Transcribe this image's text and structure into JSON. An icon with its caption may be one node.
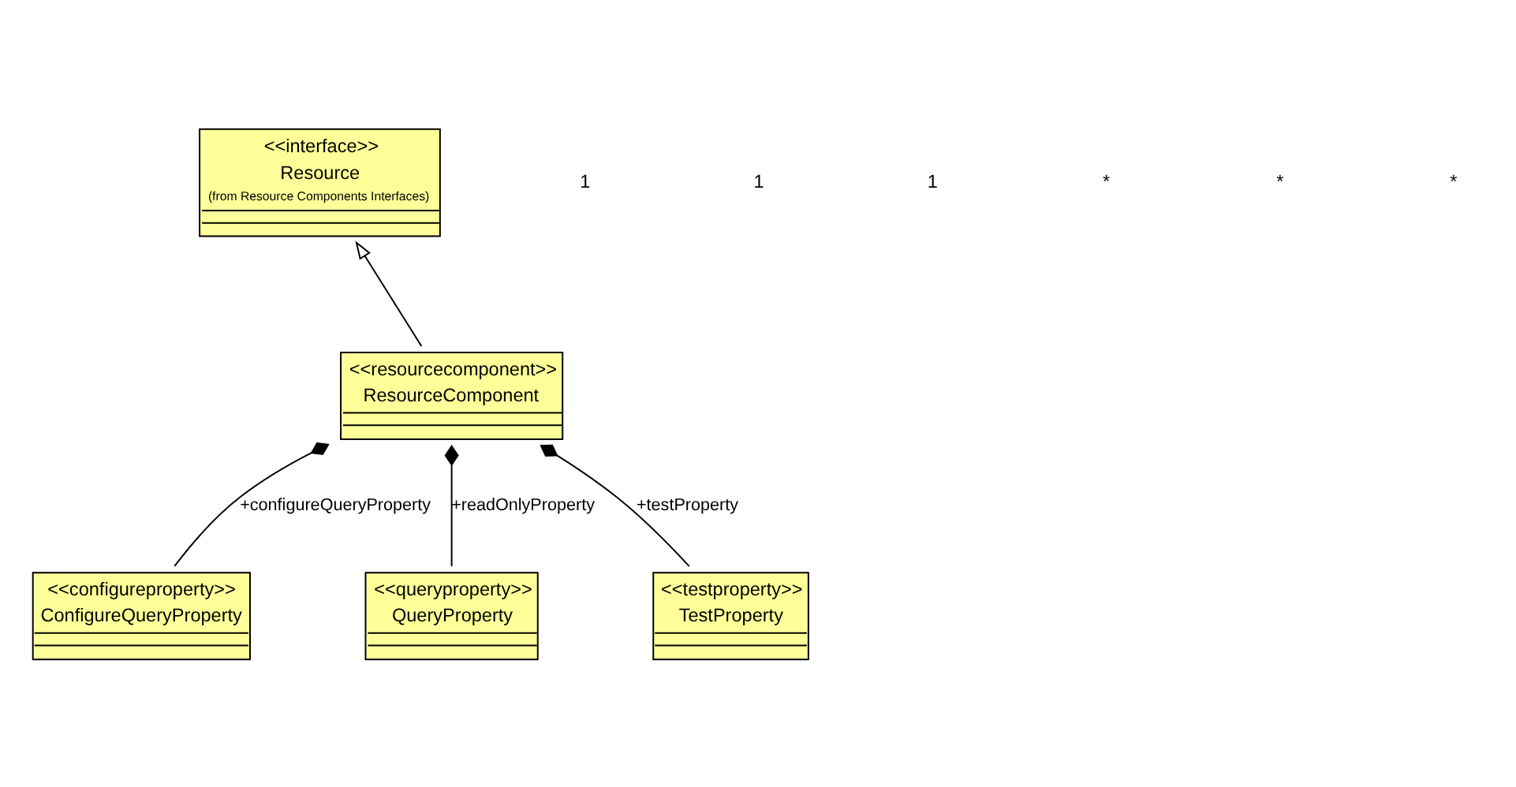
{
  "diagram": {
    "nodes": [
      {
        "text": [
          "<<interface>>",
          "Resource",
          "(from Resource Components Interfaces)"
        ]
      },
      {
        "text": [
          "<<resourcecomponent>>",
          "ResourceComponent"
        ]
      },
      {
        "text": [
          "<<configureproperty>>",
          "ConfigureQueryProperty"
        ]
      },
      {
        "text": [
          "<<queryproperty>>",
          "QueryProperty"
        ]
      },
      {
        "text": [
          "<<testproperty>>",
          "TestProperty"
        ]
      }
    ],
    "edges": [
      {
        "from": 1,
        "to": 0,
        "arrow": "to"
      },
      {
        "from": 1,
        "to": 2,
        "arrow": "other",
        "label": "+configureQueryProperty"
      },
      {
        "from": 1,
        "to": 3,
        "arrow": "other",
        "label": "+readOnlyProperty"
      },
      {
        "from": 1,
        "to": 4,
        "arrow": "other",
        "label": "+testProperty"
      }
    ],
    "labels": [
      "1",
      "1",
      "1",
      "*",
      "*",
      "*"
    ]
  }
}
